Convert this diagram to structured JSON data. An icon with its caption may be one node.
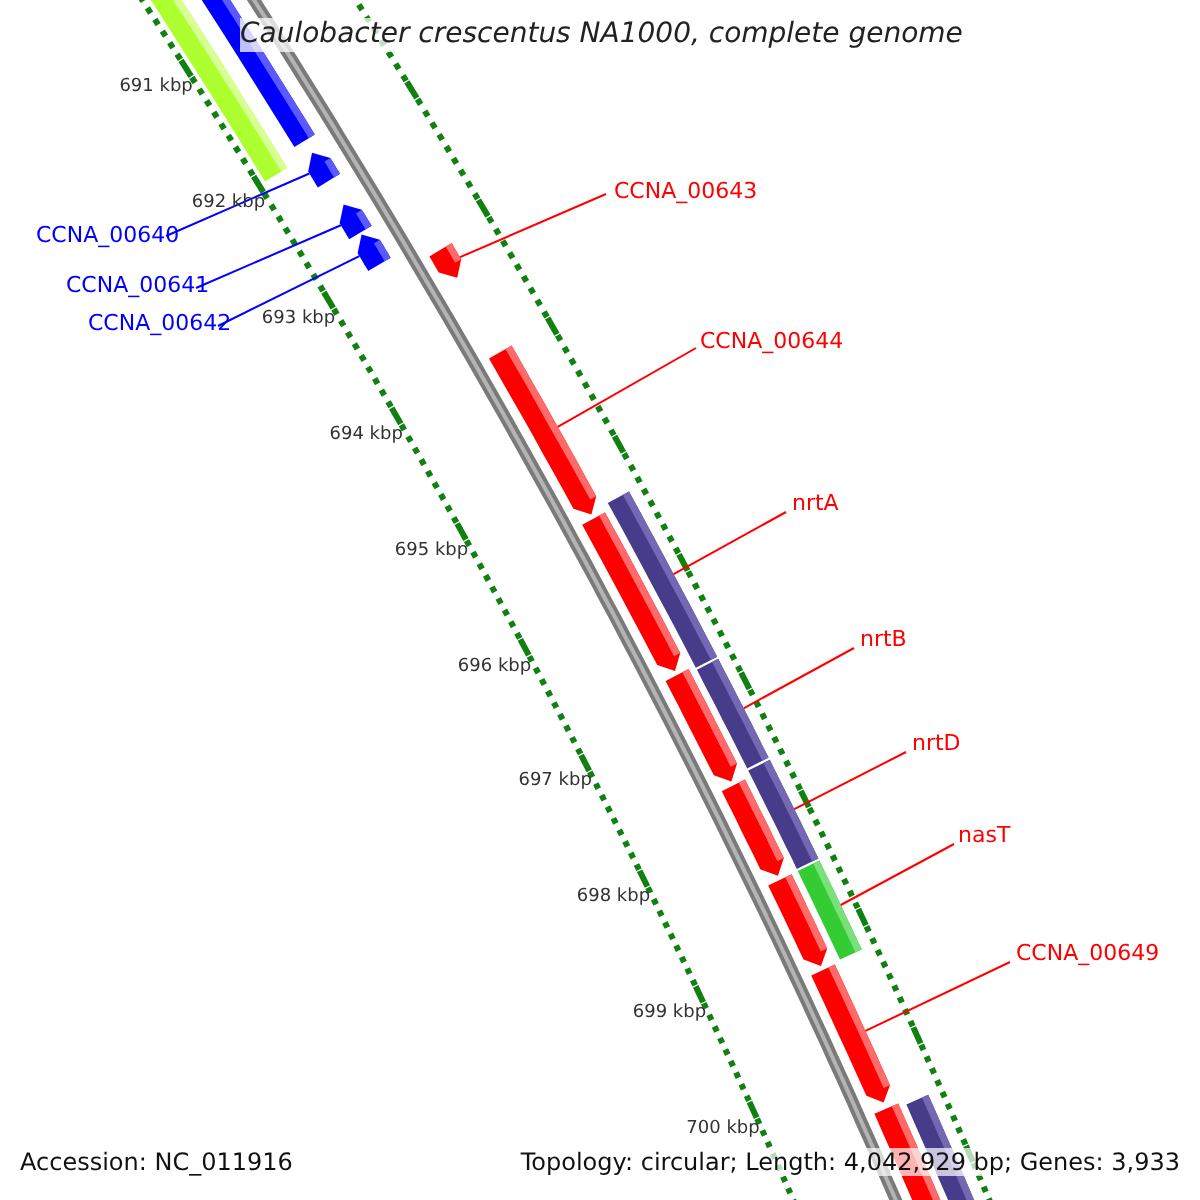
{
  "diagram": {
    "title": "Caulobacter crescentus NA1000, complete genome",
    "nodes": [
      {
        "text": [
          "CCNA_00643"
        ]
      },
      {
        "text": [
          "CCNA_00640"
        ]
      },
      {
        "text": [
          "CCNA_00641"
        ]
      },
      {
        "text": [
          "CCNA_00642"
        ]
      },
      {
        "text": [
          "CCNA_00644"
        ]
      },
      {
        "text": [
          "nrtA"
        ]
      },
      {
        "text": [
          "nrtB"
        ]
      },
      {
        "text": [
          "nrtD"
        ]
      },
      {
        "text": [
          "nasT"
        ]
      },
      {
        "text": [
          "CCNA_00649"
        ]
      },
      {
        "text": [],
        "shape": "bar"
      },
      {
        "text": [],
        "shape": "bar"
      },
      {
        "text": [],
        "shape": "bar"
      },
      {
        "text": [],
        "shape": "bar"
      },
      {
        "text": [],
        "shape": "bar"
      },
      {
        "text": [],
        "shape": "bar"
      },
      {
        "text": [],
        "shape": "bar"
      },
      {
        "text": [],
        "shape": "bar"
      },
      {
        "text": [],
        "shape": "bar"
      },
      {
        "text": [],
        "shape": "bar"
      }
    ],
    "edges": [
      {
        "from": 0,
        "to": 10,
        "arrow": "none"
      },
      {
        "from": 1,
        "to": 11,
        "arrow": "none",
        "color": "#0000ff"
      },
      {
        "from": 2,
        "to": 12,
        "arrow": "none",
        "color": "#0000ff"
      },
      {
        "from": 3,
        "to": 13,
        "arrow": "none",
        "color": "#0000ff"
      },
      {
        "from": 4,
        "to": 14,
        "arrow": "none"
      },
      {
        "from": 5,
        "to": 15,
        "arrow": "none"
      },
      {
        "from": 6,
        "to": 16,
        "arrow": "none"
      },
      {
        "from": 7,
        "to": 17,
        "arrow": "none"
      },
      {
        "from": 8,
        "to": 18,
        "arrow": "none"
      },
      {
        "from": 9,
        "to": 19,
        "arrow": "none"
      }
    ],
    "labels": [
      "691 kbp",
      "692 kbp",
      "693 kbp",
      "694 kbp",
      "695 kbp",
      "696 kbp",
      "697 kbp",
      "698 kbp",
      "699 kbp",
      "700 kbp",
      "Accession: NC_011916",
      "Topology: circular; Length: 4,042,929 bp; Genes: 3,933"
    ]
  }
}
